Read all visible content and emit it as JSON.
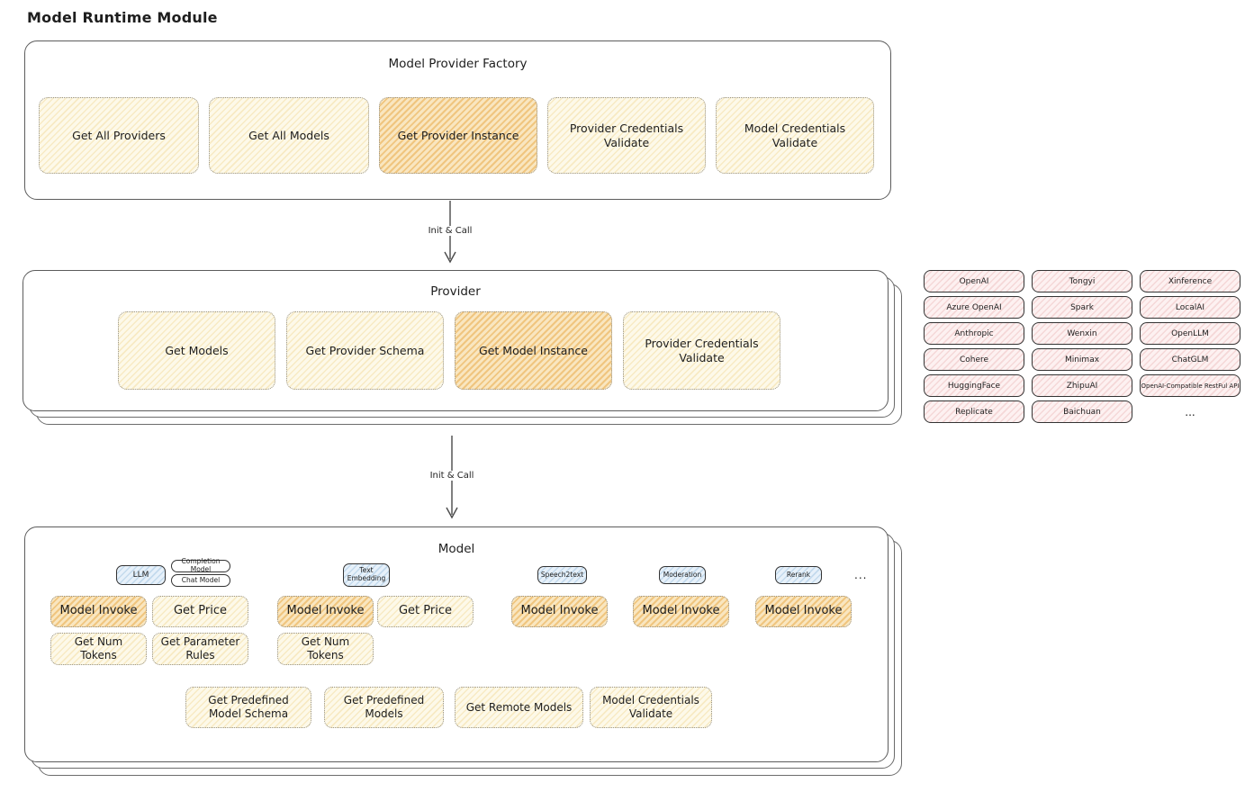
{
  "page_title": "Model Runtime Module",
  "colors": {
    "yellow_fill": "#fdf9e9",
    "yellow_hatch": "#e9c66b",
    "orange_fill": "#f9e6c0",
    "orange_hatch": "#e7a43e",
    "pink_fill": "#fdf1f1",
    "pink_hatch": "#e09595",
    "blue_fill": "#e7f1fa",
    "blue_hatch": "#78aad2",
    "ink": "#1e1e1e"
  },
  "factory": {
    "title": "Model Provider Factory",
    "boxes": [
      "Get All Providers",
      "Get All Models",
      "Get Provider Instance",
      "Provider Credentials Validate",
      "Model Credentials Validate"
    ]
  },
  "arrow1": {
    "label": "Init & Call"
  },
  "arrow2": {
    "label": "Init & Call"
  },
  "provider": {
    "title": "Provider",
    "boxes": [
      "Get Models",
      "Get Provider Schema",
      "Get Model Instance",
      "Provider Credentials Validate"
    ]
  },
  "providers_list": [
    "OpenAI",
    "Tongyi",
    "Xinference",
    "Azure OpenAI",
    "Spark",
    "LocalAI",
    "Anthropic",
    "Wenxin",
    "OpenLLM",
    "Cohere",
    "Minimax",
    "ChatGLM",
    "HuggingFace",
    "ZhipuAI",
    "OpenAI-Compatible RestFul API",
    "Replicate",
    "Baichuan"
  ],
  "providers_more": "...",
  "model": {
    "title": "Model",
    "tabs": {
      "llm": "LLM",
      "completion_model": "Completion Model",
      "chat_model": "Chat Model",
      "text_embedding": "Text Embedding",
      "speech2text": "Speech2text",
      "moderation": "Moderation",
      "rerank": "Rerank",
      "more": "..."
    },
    "ops": {
      "model_invoke": "Model Invoke",
      "get_price": "Get Price",
      "get_num_tokens": "Get Num Tokens",
      "get_parameter_rules": "Get Parameter Rules"
    },
    "bottom": [
      "Get Predefined Model Schema",
      "Get Predefined Models",
      "Get Remote Models",
      "Model Credentials Validate"
    ]
  }
}
